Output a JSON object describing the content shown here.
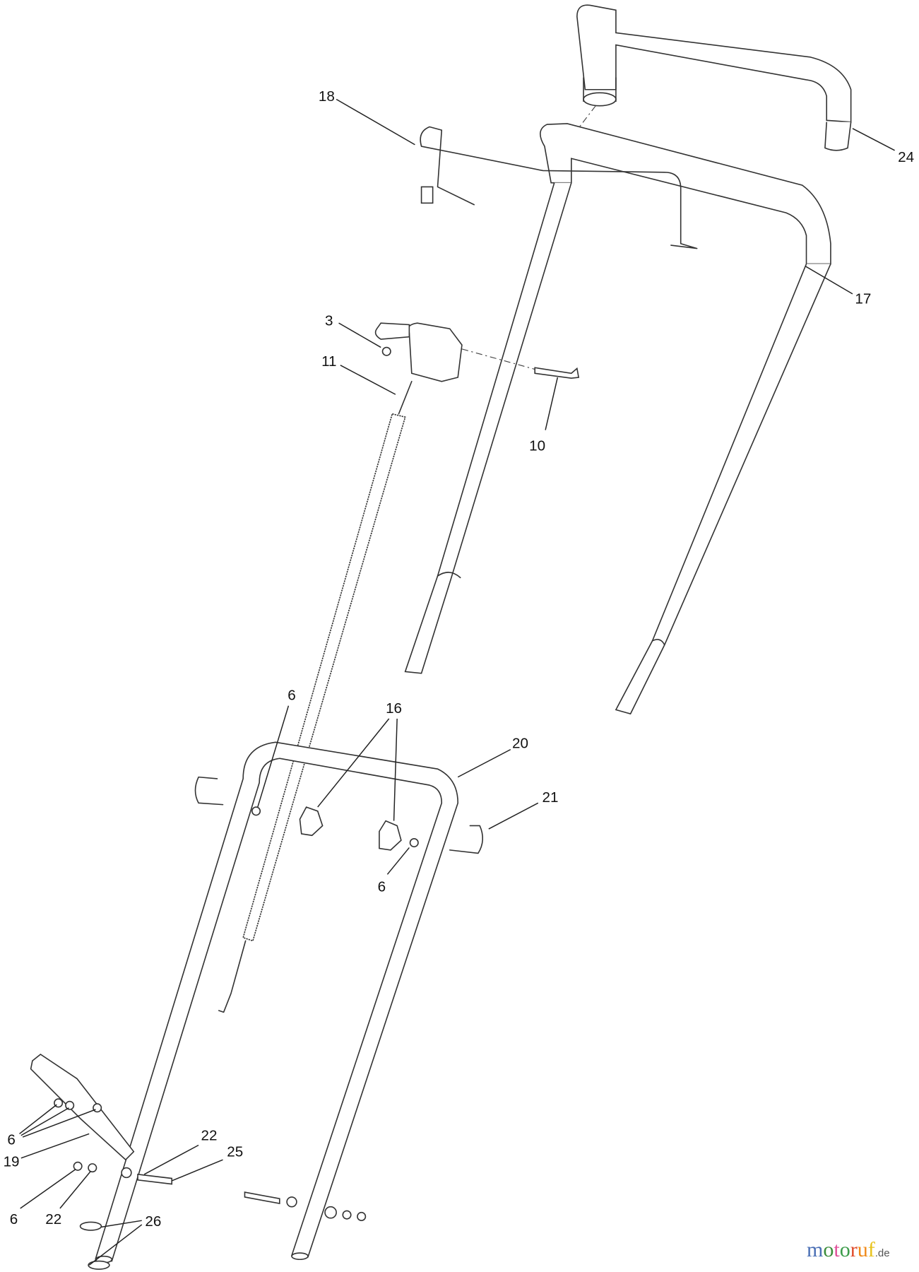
{
  "diagram": {
    "callouts": [
      "18",
      "24",
      "17",
      "3",
      "11",
      "10",
      "6",
      "16",
      "20",
      "21",
      "6",
      "6",
      "19",
      "22",
      "25",
      "6",
      "22",
      "26"
    ]
  },
  "watermark": {
    "letters": [
      "m",
      "o",
      "t",
      "o",
      "r",
      "u",
      "f"
    ],
    "colors": [
      "#4a6fb5",
      "#3b8d3b",
      "#e0509a",
      "#3b9c4a",
      "#e04a2a",
      "#f08a1a",
      "#e8c21a"
    ],
    "suffix": ".de"
  }
}
